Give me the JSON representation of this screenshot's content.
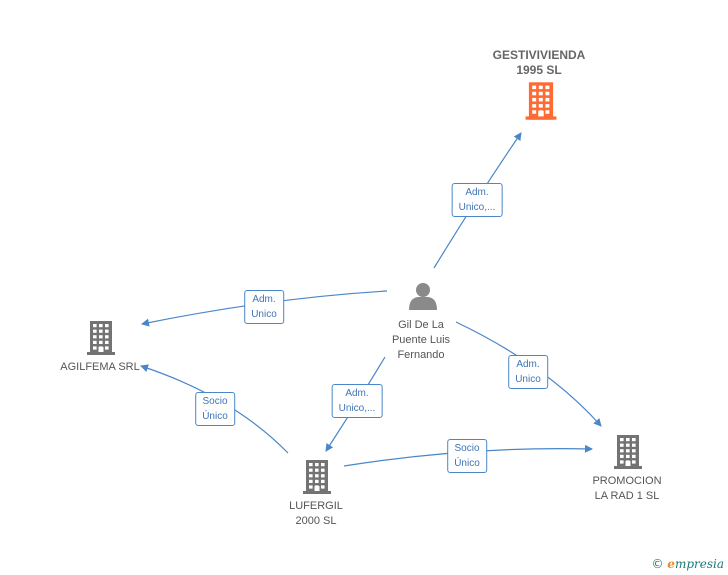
{
  "colors": {
    "edge": "#4a86c8",
    "company_icon": "#737373",
    "highlight_icon": "#ff6a33",
    "person_icon": "#8a8a8a"
  },
  "nodes": [
    {
      "id": "gestivivienda",
      "type": "company",
      "highlight": true,
      "lines": [
        "GESTIVIVIENDA",
        "1995  SL"
      ],
      "icon": "building-icon"
    },
    {
      "id": "person",
      "type": "person",
      "highlight": false,
      "lines": [
        "Gil De La",
        "Puente Luis",
        "Fernando"
      ],
      "icon": "person-icon"
    },
    {
      "id": "agilfema",
      "type": "company",
      "highlight": false,
      "lines": [
        "AGILFEMA SRL"
      ],
      "icon": "building-icon"
    },
    {
      "id": "lufergil",
      "type": "company",
      "highlight": false,
      "lines": [
        "LUFERGIL",
        "2000 SL"
      ],
      "icon": "building-icon"
    },
    {
      "id": "promocion",
      "type": "company",
      "highlight": false,
      "lines": [
        "PROMOCION",
        "LA RAD 1  SL"
      ],
      "icon": "building-icon"
    }
  ],
  "edges": [
    {
      "from": "person",
      "to": "gestivivienda",
      "label": [
        "Adm.",
        "Unico,..."
      ]
    },
    {
      "from": "person",
      "to": "agilfema",
      "label": [
        "Adm.",
        "Unico"
      ]
    },
    {
      "from": "person",
      "to": "promocion",
      "label": [
        "Adm.",
        "Unico"
      ]
    },
    {
      "from": "person",
      "to": "lufergil",
      "label": [
        "Adm.",
        "Unico,..."
      ]
    },
    {
      "from": "lufergil",
      "to": "agilfema",
      "label": [
        "Socio",
        "Único"
      ]
    },
    {
      "from": "lufergil",
      "to": "promocion",
      "label": [
        "Socio",
        "Único"
      ]
    }
  ],
  "brand": {
    "copyright": "©",
    "initial": "e",
    "rest": "mpresia"
  }
}
